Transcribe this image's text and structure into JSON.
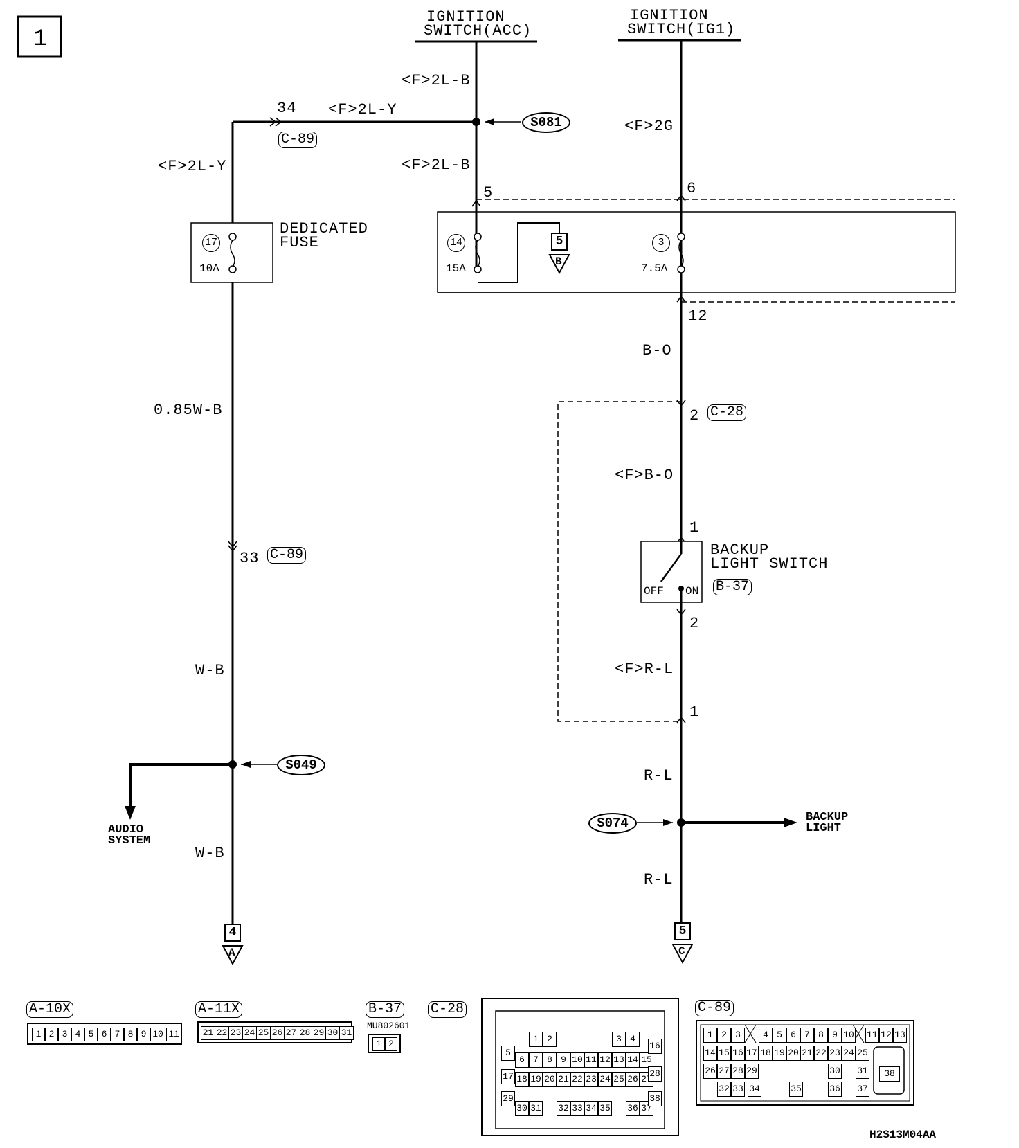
{
  "page_label": "1",
  "doc_code": "H2S13M04AA",
  "sources": {
    "acc": {
      "line1": "IGNITION",
      "line2": "SWITCH(ACC)"
    },
    "ig1": {
      "line1": "IGNITION",
      "line2": "SWITCH(IG1)"
    }
  },
  "wires": {
    "acc_top": "<F>2L-B",
    "acc_mid": "<F>2L-B",
    "branch": "<F>2L-Y",
    "left_upper": "<F>2L-Y",
    "left_main": "0.85W-B",
    "left_wb1": "W-B",
    "left_wb2": "W-B",
    "ig1": "<F>2G",
    "bo": "B-O",
    "fbo": "<F>B-O",
    "frl": "<F>R-L",
    "rl1": "R-L",
    "rl2": "R-L"
  },
  "pins": {
    "p34": "34",
    "p5": "5",
    "p6": "6",
    "p12": "12",
    "p2a": "2",
    "p1a": "1",
    "p2b": "2",
    "p1b": "1",
    "p33": "33"
  },
  "connectors": {
    "c89a": "C-89",
    "c89b": "C-89",
    "c28": "C-28",
    "b37": "B-37"
  },
  "splices": {
    "s081": "S081",
    "s049": "S049",
    "s074": "S074"
  },
  "fuses": {
    "dedicated": {
      "num": "17",
      "rating": "10A",
      "label1": "DEDICATED",
      "label2": "FUSE"
    },
    "f14": {
      "num": "14",
      "rating": "15A"
    },
    "f3": {
      "num": "3",
      "rating": "7.5A"
    }
  },
  "switch": {
    "line1": "BACKUP",
    "line2": "LIGHT SWITCH",
    "off": "OFF",
    "on": "ON"
  },
  "outputs": {
    "audio1": "AUDIO",
    "audio2": "SYSTEM",
    "backup1": "BACKUP",
    "backup2": "LIGHT"
  },
  "refs": {
    "ref4": {
      "num": "4",
      "letter": "A"
    },
    "ref5c": {
      "num": "5",
      "letter": "C"
    },
    "ref5b": {
      "num": "5",
      "letter": "B"
    }
  },
  "connector_views": {
    "a10x": {
      "label": "A-10X",
      "pins": [
        "1",
        "2",
        "3",
        "4",
        "5",
        "6",
        "7",
        "8",
        "9",
        "10",
        "11"
      ]
    },
    "a11x": {
      "label": "A-11X",
      "pins": [
        "21",
        "22",
        "23",
        "24",
        "25",
        "26",
        "27",
        "28",
        "29",
        "30",
        "31"
      ]
    },
    "b37": {
      "label": "B-37",
      "part": "MU802601",
      "pins": [
        "1",
        "2"
      ]
    },
    "c28": {
      "label": "C-28",
      "pins": [
        "1",
        "2",
        "3",
        "4",
        "5",
        "6",
        "7",
        "8",
        "9",
        "10",
        "11",
        "12",
        "13",
        "14",
        "15",
        "16",
        "17",
        "18",
        "19",
        "20",
        "21",
        "22",
        "23",
        "24",
        "25",
        "26",
        "27",
        "28",
        "29",
        "30",
        "31",
        "32",
        "33",
        "34",
        "35",
        "36",
        "37",
        "38"
      ]
    },
    "c89": {
      "label": "C-89",
      "pins": [
        "1",
        "2",
        "3",
        "4",
        "5",
        "6",
        "7",
        "8",
        "9",
        "10",
        "11",
        "12",
        "13",
        "14",
        "15",
        "16",
        "17",
        "18",
        "19",
        "20",
        "21",
        "22",
        "23",
        "24",
        "25",
        "26",
        "27",
        "28",
        "29",
        "30",
        "31",
        "32",
        "33",
        "34",
        "35",
        "36",
        "37",
        "38"
      ]
    }
  }
}
